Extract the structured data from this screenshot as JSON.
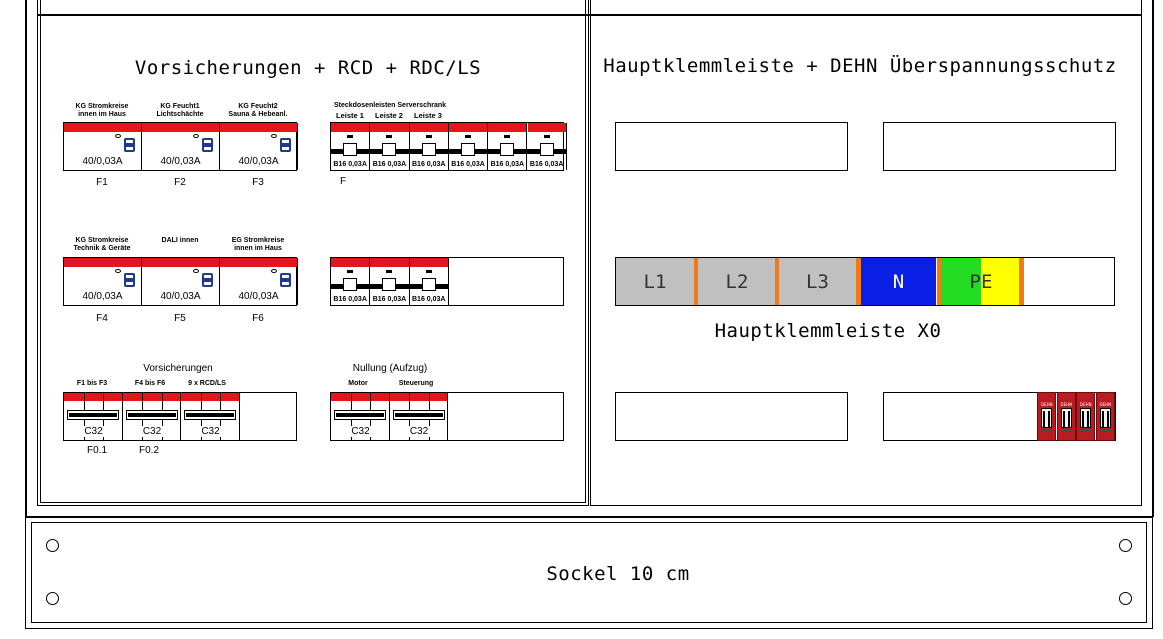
{
  "left_panel": {
    "title": "Vorsicherungen + RCD + RDC/LS",
    "row1_rcd": {
      "devices": [
        {
          "label": "KG Stromkreise\ninnen im Haus",
          "rating": "40/0,03A",
          "id": "F1"
        },
        {
          "label": "KG Feucht1\nLichtschächte",
          "rating": "40/0,03A",
          "id": "F2"
        },
        {
          "label": "KG Feucht2\nSauna & Hebeanl.",
          "rating": "40/0,03A",
          "id": "F3"
        }
      ]
    },
    "row1_rcbo": {
      "heading": "Steckdosenleisten Serverschrank",
      "sublabels": [
        "Leiste 1",
        "Leiste 2",
        "Leiste 3"
      ],
      "ratings": [
        "B16 0,03A",
        "B16 0,03A",
        "B16 0,03A",
        "B16 0,03A",
        "B16 0,03A",
        "B16 0,03A"
      ],
      "id": "F"
    },
    "row2_rcd": {
      "devices": [
        {
          "label": "KG Stromkreise\nTechnik & Geräte",
          "rating": "40/0,03A",
          "id": "F4"
        },
        {
          "label": "DALI innen",
          "rating": "40/0,03A",
          "id": "F5"
        },
        {
          "label": "EG Stromkreise\ninnen im Haus",
          "rating": "40/0,03A",
          "id": "F6"
        }
      ]
    },
    "row2_rcbo": {
      "ratings": [
        "B16 0,03A",
        "B16 0,03A",
        "B16 0,03A"
      ]
    },
    "row3_pre": {
      "heading": "Vorsicherungen",
      "sublabels": [
        "F1 bis F3",
        "F4 bis F6",
        "9 x RCD/LS"
      ],
      "ratings": [
        "C32",
        "C32",
        "C32"
      ],
      "ids": [
        "F0.1",
        "F0.2"
      ]
    },
    "row3_null": {
      "heading": "Nullung (Aufzug)",
      "sublabels": [
        "Motor",
        "Steuerung"
      ],
      "ratings": [
        "C32",
        "C32"
      ]
    }
  },
  "right_panel": {
    "title": "Hauptklemmleiste + DEHN Überspannungsschutz",
    "terminals": [
      {
        "label": "L1",
        "color": "#c0c0c0"
      },
      {
        "label": "L2",
        "color": "#c0c0c0"
      },
      {
        "label": "L3",
        "color": "#c0c0c0"
      },
      {
        "label": "N",
        "color": "#0a1fe6"
      },
      {
        "label": "PE",
        "color": "#22dd22"
      }
    ],
    "strip_label": "Hauptklemmleiste X0",
    "surge_brand": "DEHN"
  },
  "base": {
    "label": "Sockel 10 cm"
  },
  "colors": {
    "red": "#e8141b",
    "orange": "#f07a1a",
    "yellow": "#ffff00",
    "dehn": "#b81c22"
  }
}
